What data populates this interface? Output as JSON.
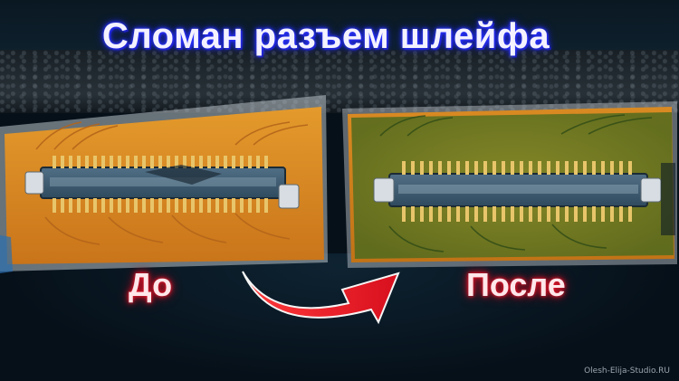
{
  "title": "Сломан разъем шлейфа",
  "labels": {
    "before": "До",
    "after": "После"
  },
  "watermark": "Olesh-Elija-Studio.RU",
  "colors": {
    "title_glow": "#2c35ff",
    "label_glow": "#e6162b",
    "flex_cable": "#d9861f",
    "connector_body": "#3a5a70",
    "gold_pins": "#e8c56a",
    "arrow": "#e31b2a"
  },
  "icons": [
    "curved-arrow-icon"
  ]
}
